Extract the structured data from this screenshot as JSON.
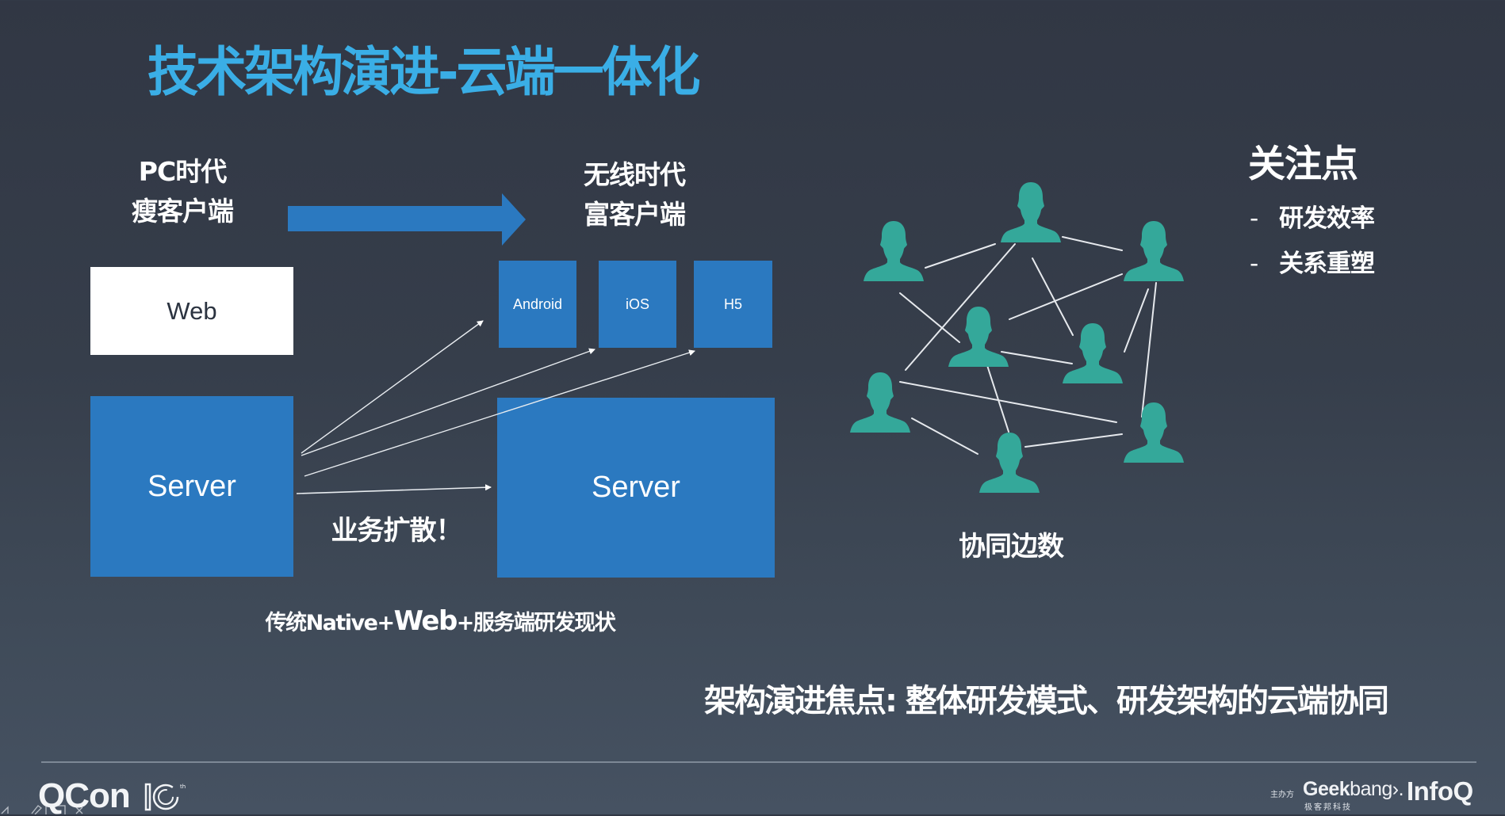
{
  "slide": {
    "title": "技术架构演进-云端一体化",
    "pc_era": {
      "line1": "PC时代",
      "line2": "瘦客户端"
    },
    "mobile_era": {
      "line1": "无线时代",
      "line2": "富客户端"
    },
    "left_diagram": {
      "client_box": "Web",
      "server_box": "Server"
    },
    "right_diagram": {
      "clients": [
        "Android",
        "iOS",
        "H5"
      ],
      "server_box": "Server"
    },
    "spread_label": "业务扩散！",
    "caption": {
      "part1": "传统Native+",
      "part2": "Web",
      "part3": "+服务端研发现状"
    },
    "network": {
      "label": "协同边数",
      "people_count": 8,
      "edge_count": 13,
      "node_color": "#34a89a"
    },
    "focus": {
      "title": "关注点",
      "items": [
        {
          "bullet": "-",
          "text": "研发效率"
        },
        {
          "bullet": "-",
          "text": "关系重塑"
        }
      ]
    },
    "conclusion": "架构演进焦点: 整体研发模式、研发架构的云端协同"
  },
  "footer": {
    "brand": "QCon",
    "edition": "10",
    "edition_suffix": "th",
    "organizer_label": "主办方",
    "geekbang_bold": "Geek",
    "geekbang_rest": "bang",
    "geekbang_mark": "›.",
    "geekbang_cn": "极客邦科技",
    "infoq": "InfoQ"
  },
  "colors": {
    "title": "#3aaee6",
    "box_blue": "#2b79c0",
    "person": "#34a89a",
    "background_top": "#313744",
    "background_bottom": "#465262"
  }
}
